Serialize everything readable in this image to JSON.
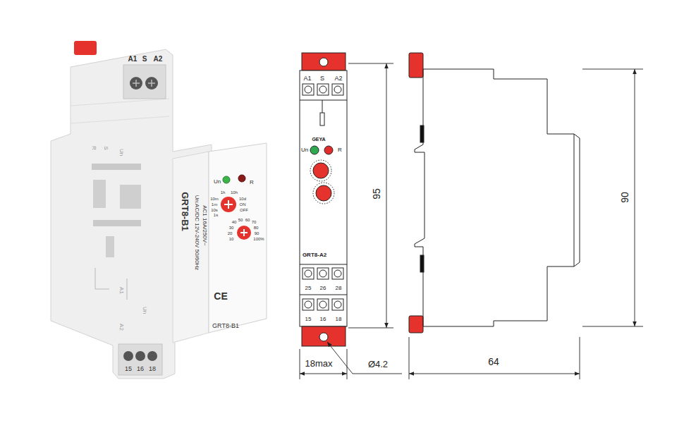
{
  "diagram": {
    "labels": [
      "A1",
      "S",
      "A2",
      "GRT8-B1",
      "Un:AC/DC 12V-240V 50/60Hz",
      "AC1 16A/250V~",
      "Un",
      "R",
      "1h",
      "10h",
      "10m",
      "1m",
      "10s",
      "1s",
      "10d",
      "ON",
      "OFF",
      "40",
      "50",
      "60",
      "70",
      "30",
      "20",
      "10",
      "80",
      "90",
      "100%",
      "CE",
      "GRT8-B1",
      "R",
      "S",
      "Un",
      "A1",
      "Un",
      "A2",
      "15",
      "16",
      "18",
      "A1",
      "S",
      "A2",
      "GEYA",
      "Un",
      "R",
      "GRT8-A2",
      "25",
      "26",
      "28",
      "15",
      "16",
      "18",
      "95",
      "18max",
      "Ø4.2",
      "90",
      "64"
    ]
  }
}
